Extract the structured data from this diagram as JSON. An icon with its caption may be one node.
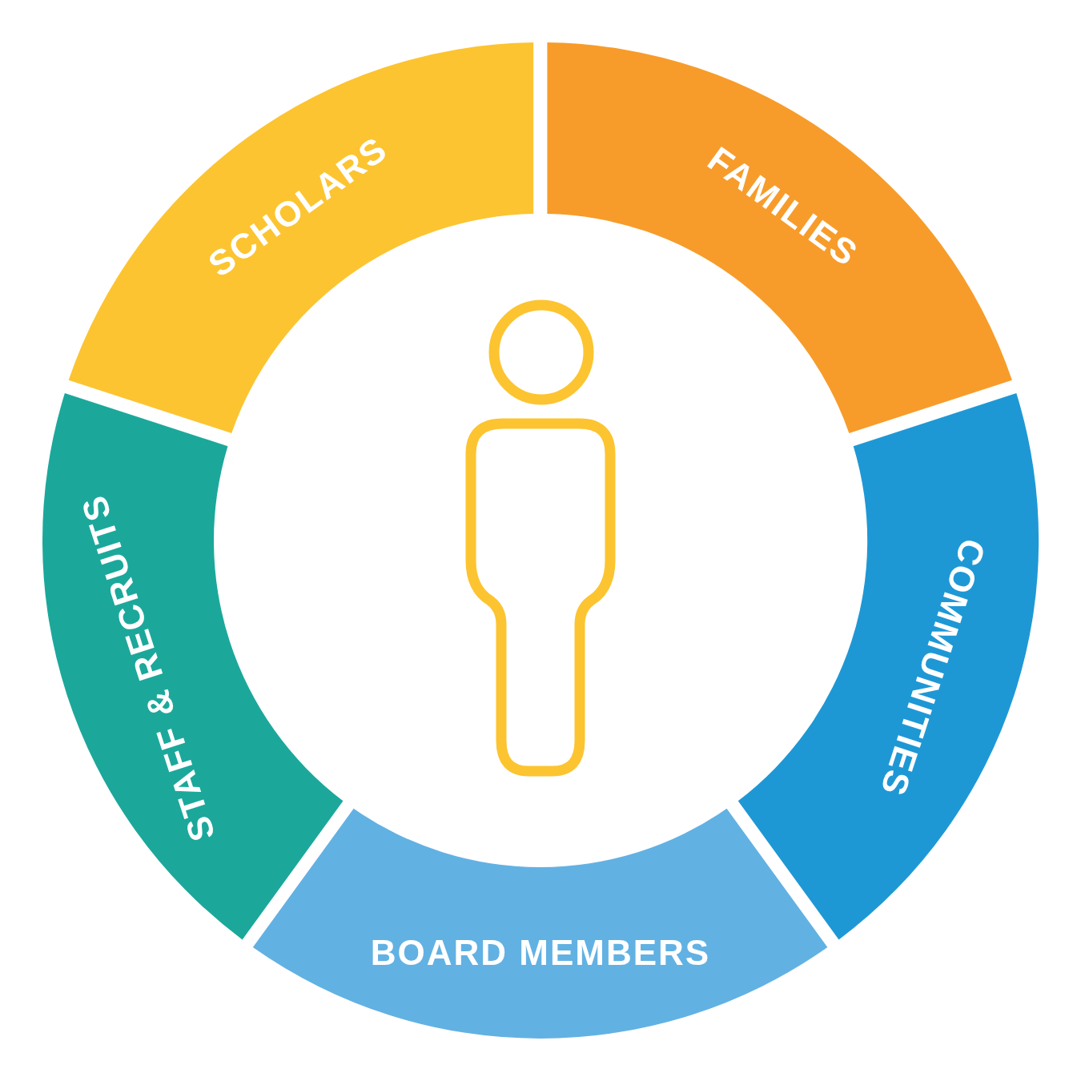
{
  "diagram": {
    "nodes": [
      {
        "text": [
          "SCHOLARS"
        ]
      },
      {
        "text": [
          "FAMILIES"
        ]
      },
      {
        "text": [
          "COMMUNITIES"
        ]
      },
      {
        "text": [
          "BOARD MEMBERS"
        ]
      },
      {
        "text": [
          "STAFF & RECRUITS"
        ]
      }
    ]
  }
}
